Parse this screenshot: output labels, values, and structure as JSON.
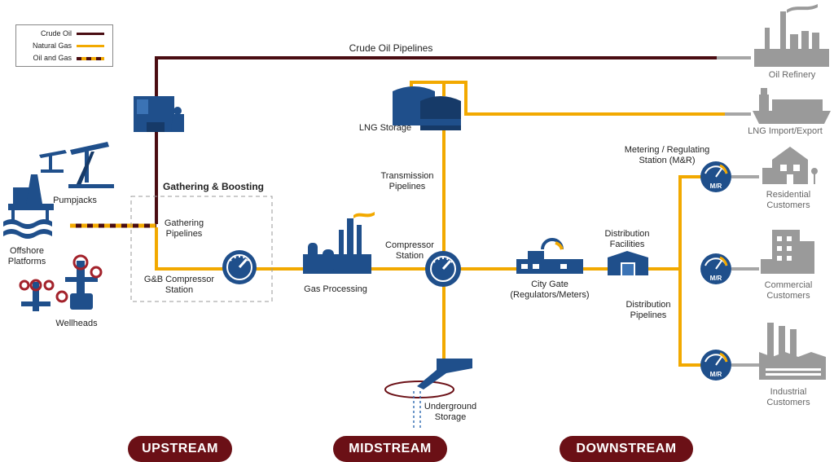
{
  "legend": {
    "crude_oil": "Crude Oil",
    "natural_gas": "Natural Gas",
    "oil_and_gas": "Oil and Gas"
  },
  "labels": {
    "crude_oil_pipelines": "Crude Oil Pipelines",
    "oil_refinery": "Oil Refinery",
    "lng_storage": "LNG Storage",
    "lng_import_export": "LNG Import/Export",
    "pumpjacks": "Pumpjacks",
    "offshore_platforms_1": "Offshore",
    "offshore_platforms_2": "Platforms",
    "wellheads": "Wellheads",
    "gathering_boosting": "Gathering & Boosting",
    "gathering_pipelines_1": "Gathering",
    "gathering_pipelines_2": "Pipelines",
    "gb_compressor_1": "G&B Compressor",
    "gb_compressor_2": "Station",
    "gas_processing": "Gas Processing",
    "transmission_pipelines_1": "Transmission",
    "transmission_pipelines_2": "Pipelines",
    "compressor_station_1": "Compressor",
    "compressor_station_2": "Station",
    "underground_storage_1": "Underground",
    "underground_storage_2": "Storage",
    "city_gate_1": "City Gate",
    "city_gate_2": "(Regulators/Meters)",
    "distribution_facilities_1": "Distribution",
    "distribution_facilities_2": "Facilities",
    "distribution_pipelines_1": "Distribution",
    "distribution_pipelines_2": "Pipelines",
    "mr_station_1": "Metering / Regulating",
    "mr_station_2": "Station (M&R)",
    "residential_1": "Residential",
    "residential_2": "Customers",
    "commercial_1": "Commercial",
    "commercial_2": "Customers",
    "industrial_1": "Industrial",
    "industrial_2": "Customers",
    "mr_badge": "M/R"
  },
  "stages": {
    "upstream": "UPSTREAM",
    "midstream": "MIDSTREAM",
    "downstream": "DOWNSTREAM"
  },
  "colors": {
    "crude_oil": "#4a0d12",
    "natural_gas": "#f2a900",
    "blue": "#1f4f8b",
    "grey": "#9a9a9a",
    "pill": "#6b1016"
  }
}
